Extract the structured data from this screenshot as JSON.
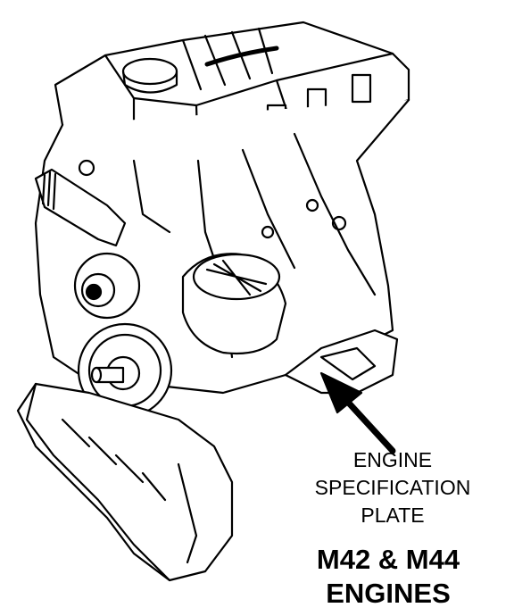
{
  "callout": {
    "line1": "ENGINE",
    "line2": "SPECIFICATION",
    "line3": "PLATE"
  },
  "title": {
    "line1": "M42 & M44",
    "line2": "ENGINES"
  },
  "colors": {
    "ink": "#000000",
    "paper": "#ffffff"
  }
}
